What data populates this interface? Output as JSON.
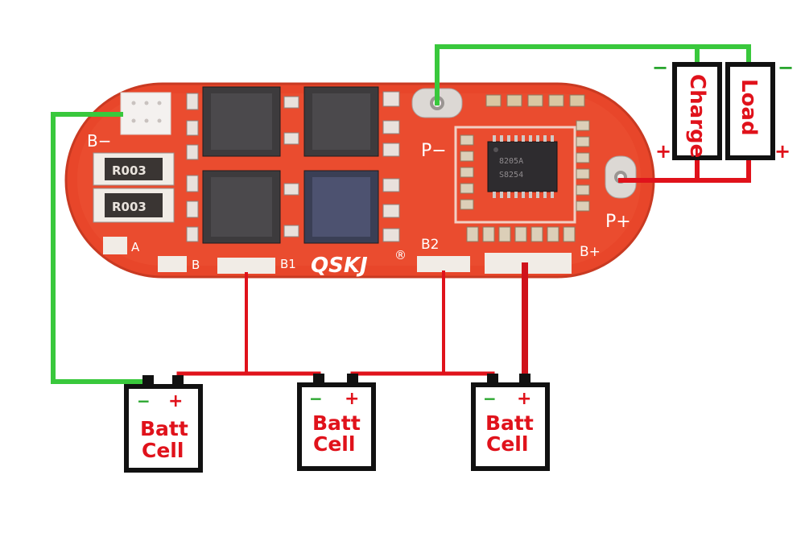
{
  "board": {
    "logo": "QSKJ",
    "registered": "®",
    "pads": {
      "b_minus": "B−",
      "p_minus": "P−",
      "p_plus": "P+",
      "b_plus": "B+",
      "b": "B",
      "b1": "B1",
      "b2": "B2",
      "a": "A"
    },
    "resistor_code": "R003",
    "ic_text": [
      "8205A",
      "S8254"
    ]
  },
  "devices": {
    "charge": "Charge",
    "load": "Load",
    "charge_minus": "−",
    "charge_plus": "+",
    "load_minus": "−",
    "load_plus": "+"
  },
  "cells": [
    {
      "line1": "Batt",
      "line2": "Cell",
      "minus": "−",
      "plus": "+"
    },
    {
      "line1": "Batt",
      "line2": "Cell",
      "minus": "−",
      "plus": "+"
    },
    {
      "line1": "Batt",
      "line2": "Cell",
      "minus": "−",
      "plus": "+"
    }
  ],
  "colors": {
    "pcb": "#e8462a",
    "pcb_edge": "#c93a22",
    "wire_green": "#39c83c",
    "wire_red": "#e0121b",
    "wire_dark_red": "#b5121b",
    "text_red": "#e0121b",
    "text_green": "#27a52c"
  }
}
